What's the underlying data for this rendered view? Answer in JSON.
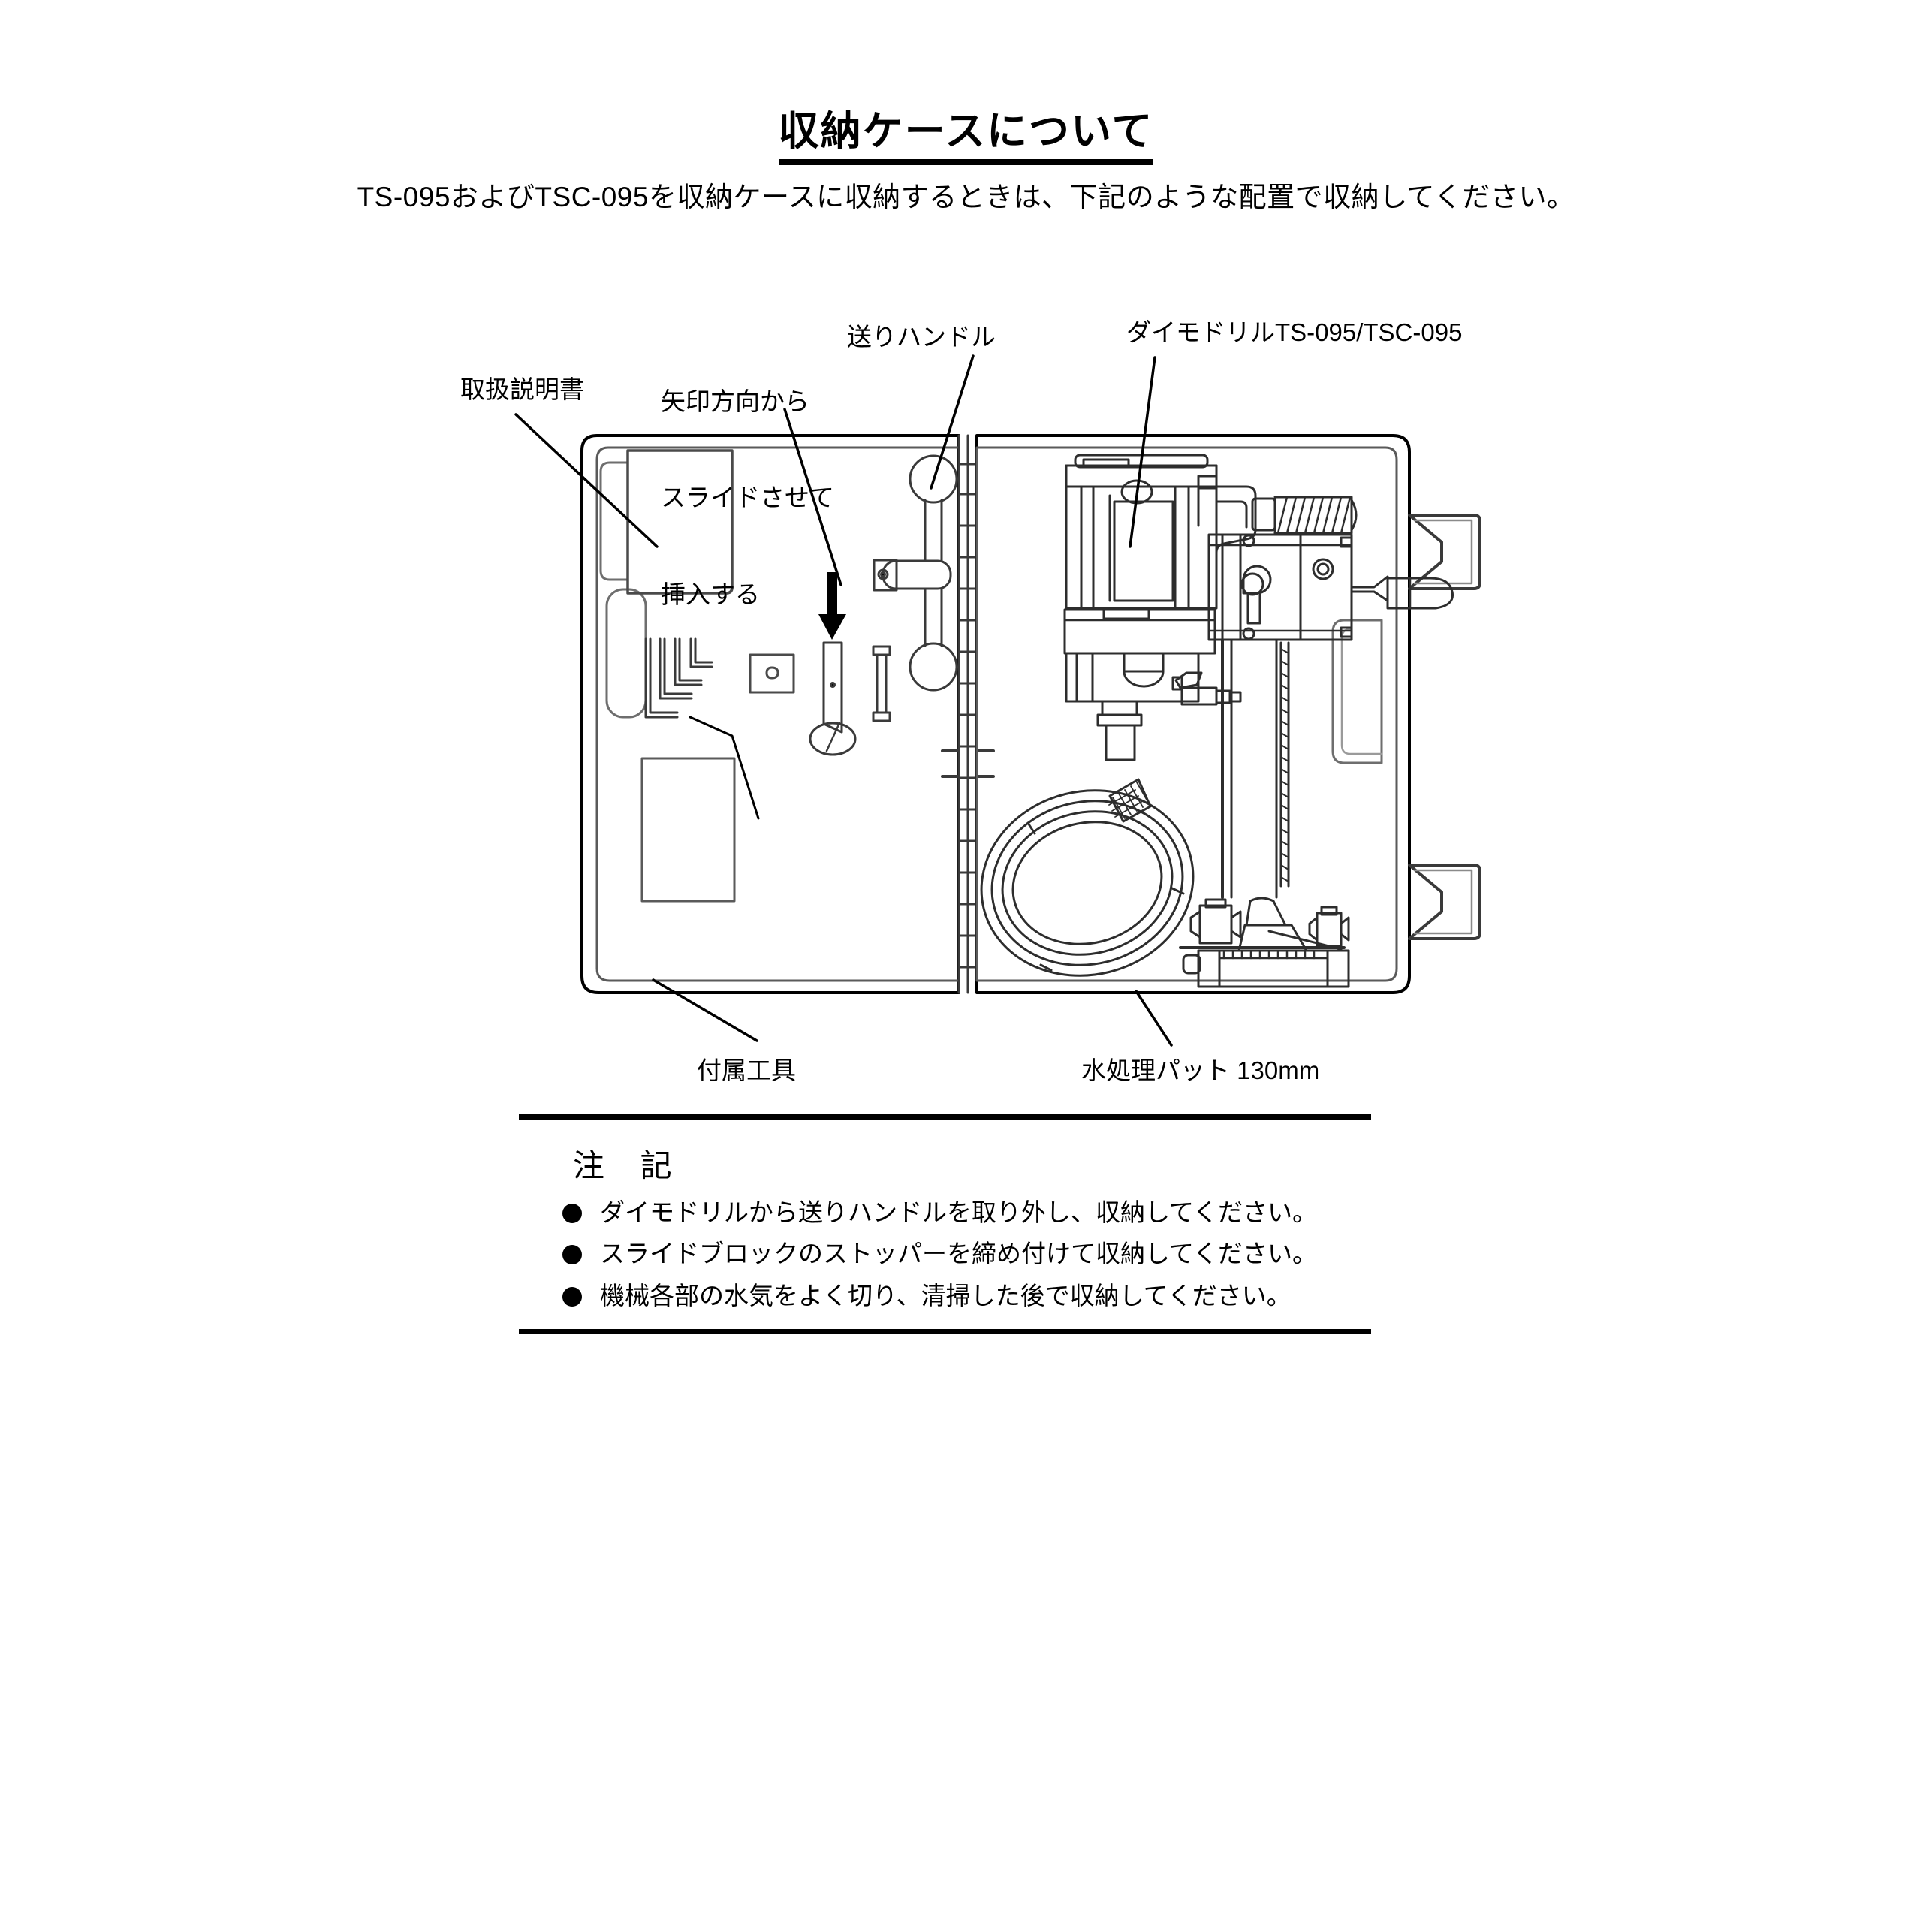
{
  "document": {
    "title": "収納ケースについて",
    "subtitle": "TS-095およびTSC-095を収納ケースに収納するときは、下記のような配置で収納してください。"
  },
  "diagram": {
    "name": "carrying-case-layout-illustration",
    "callouts": {
      "manual": "取扱説明書",
      "slide_insert_line1": "矢印方向から",
      "slide_insert_line2": "スライドさせて",
      "slide_insert_line3": "挿入する",
      "feed_handle": "送りハンドル",
      "diamond_drill": "ダイモドリルTS-095/TSC-095",
      "accessory_tools": "付属工具",
      "water_pad": "水処理パット 130mm"
    },
    "parts": {
      "manual_name": "instruction-manual-booklet",
      "hex_wrenches_count": 4,
      "feed_handle_name": "feed-handle-t-bar",
      "drill_name": "diamond-drill-unit",
      "hose_name": "coiled-water-hose",
      "base_name": "drill-stand-base",
      "latch_count": 2,
      "arrow_name": "downward-insert-arrow"
    }
  },
  "notes": {
    "title": "注 記",
    "items": [
      "ダイモドリルから送りハンドルを取り外し、収納してください。",
      "スライドブロックのストッパーを締め付けて収納してください。",
      "機械各部の水気をよく切り、清掃した後で収納してください。"
    ]
  },
  "colors": {
    "ink": "#000000",
    "paper": "#ffffff",
    "line_gray": "#6e6e6e",
    "line_light": "#9a9a9a"
  }
}
